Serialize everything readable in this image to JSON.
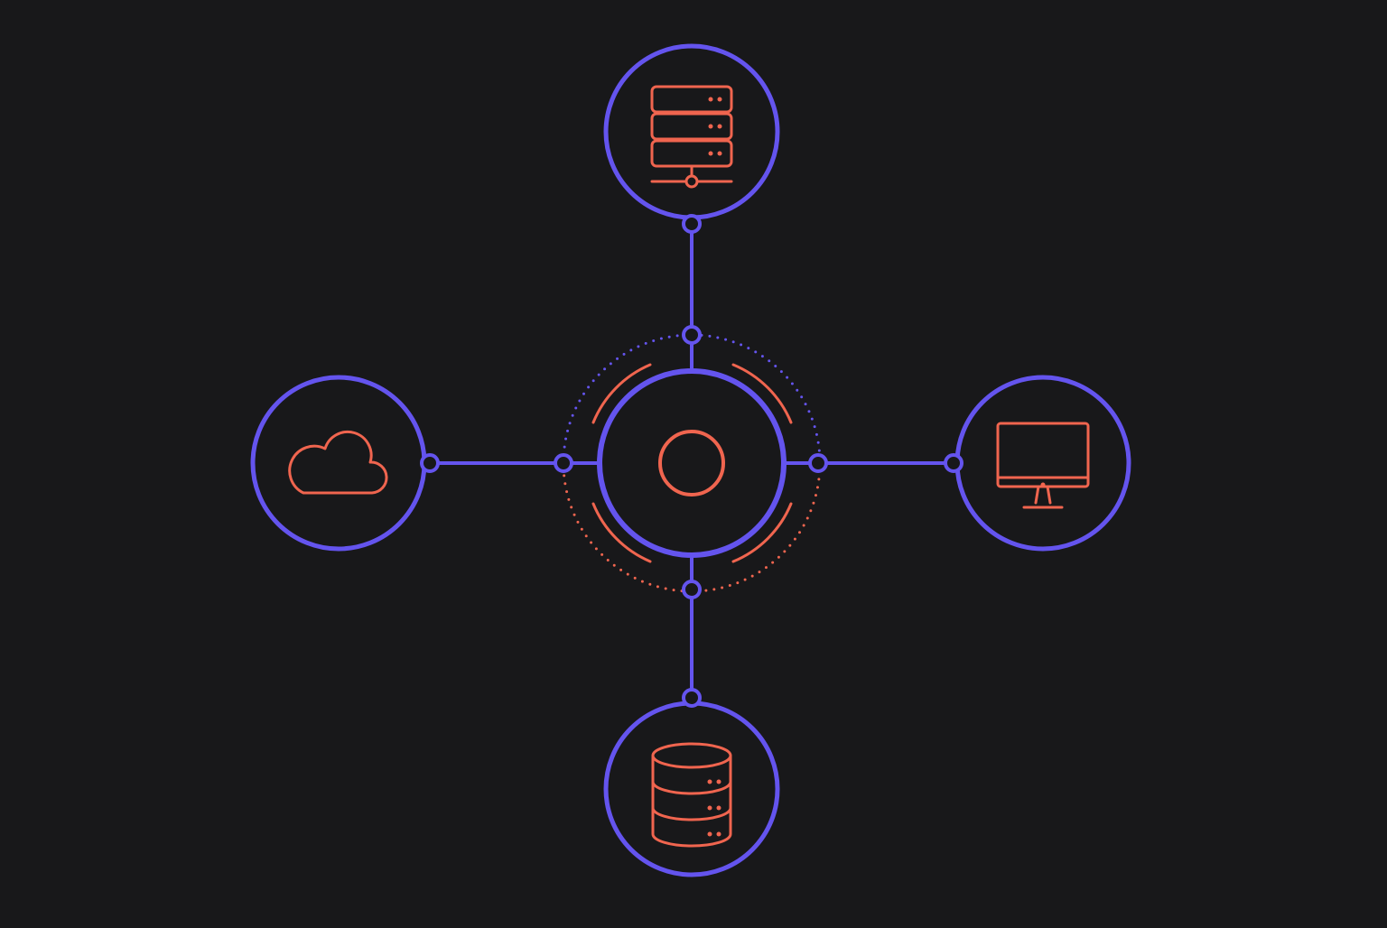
{
  "diagram": {
    "hub": {
      "icon": "circle-icon"
    },
    "nodes": [
      {
        "position": "top",
        "icon": "server-rack-icon"
      },
      {
        "position": "left",
        "icon": "cloud-icon"
      },
      {
        "position": "right",
        "icon": "desktop-monitor-icon"
      },
      {
        "position": "bottom",
        "icon": "database-icon"
      }
    ],
    "edges": [
      {
        "from": "hub",
        "to": "top"
      },
      {
        "from": "hub",
        "to": "left"
      },
      {
        "from": "hub",
        "to": "right"
      },
      {
        "from": "hub",
        "to": "bottom"
      }
    ]
  },
  "colors": {
    "background": "#18181a",
    "primary": "#6454ee",
    "accent": "#f0654f"
  }
}
